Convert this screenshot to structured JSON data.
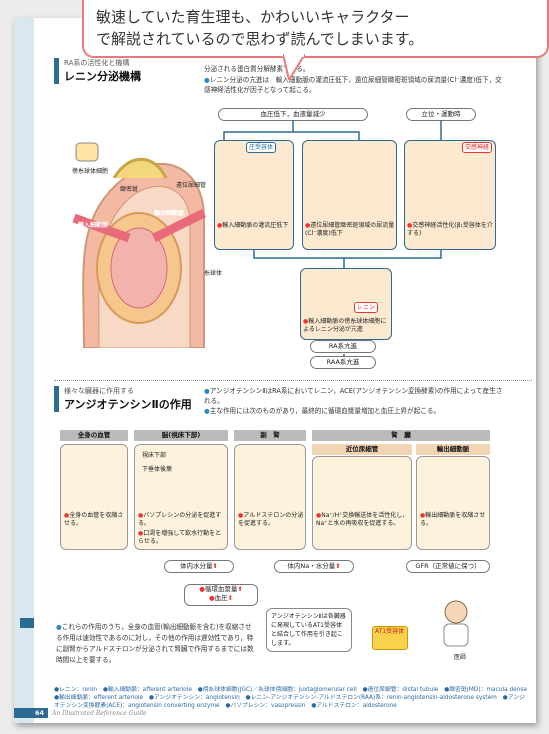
{
  "callout": {
    "line1": "敏速していた育生理も、かわいいキャラクター",
    "line2": "で解説されているので思わず読んでしまいます。"
  },
  "section1": {
    "sub": "RA系の活性化と機構",
    "title": "レニン分泌機構",
    "bullet1": "分泌される蛋白質分解酵素である。",
    "bullet2": "レニン分泌の亢進は　輸入細動脈の灌流圧低下，遠位尿細管緻密斑領域の尿流量(Cl⁻濃度)低下，交感神経活性化が因子となって起こる。"
  },
  "flow": {
    "top_left": "血圧低下，血液量減少",
    "top_right": "立位・運動時",
    "p1_tag": "圧受容体",
    "p1_cap": "輸入細動脈の灌流圧低下",
    "p2_cap": "遠位尿細管緻密斑領域の尿流量(Cl⁻濃度)低下",
    "p3_tag": "交感神経",
    "p3_cap": "交感神経活性化(β₁受容体を介する)",
    "renin_tag": "レニン",
    "renin_cap": "輸入細動脈の傍糸球体細胞によるレニン分泌が亢進",
    "ra": "RA系亢進",
    "raa": "RAA系亢進"
  },
  "anatomy": {
    "jg_cell": "傍糸球体細胞",
    "distal": "遠位尿細管",
    "macula": "緻密斑",
    "afferent": "輸入細動脈",
    "efferent": "輸出細動脈",
    "glomerulus": "糸球体"
  },
  "section2": {
    "sub": "様々な臓器に作用する",
    "title": "アンジオテンシンⅡの作用",
    "bullet1": "アンジオテンシンⅡはRA系においてレニン，ACE(アンジオテンシン変換酵素)の作用によって産生される。",
    "bullet2": "主な作用には次のものがあり，最終的に循環血漿量増加と血圧上昇が起こる。"
  },
  "cols": {
    "h1": "全身の血管",
    "h2": "脳(視床下部)",
    "h3": "副　腎",
    "h4": "腎　臓",
    "h4a": "近位尿細管",
    "h4b": "輸出細動脈",
    "c1": "全身の血管を収縮させる。",
    "c2a": "視床下部",
    "c2b": "下垂体後葉",
    "c2": "バソプレシンの分泌を促進する。",
    "c2x": "口渇を増強して飲水行動をとらせる。",
    "c3": "アルドステロンの分泌を促進する。",
    "c4a": "Na⁺/H⁺交換輸送体を活性化し，Na⁺と水の再吸収を促進する。",
    "c4b": "輸出細動脈を収縮させる。"
  },
  "results": {
    "water": "体内水分量",
    "na": "体内Na・水分量",
    "gfr": "GFR（正常値に保つ）",
    "plasma": "循環血漿量",
    "bp": "血圧"
  },
  "bottom": {
    "text": "これらの作用のうち，全身の血管(輸出細動脈を含む)を収縮させる作用は速効性であるのに対し，その他の作用は遅効性であり，特に副腎からアルドステロンが分泌されて腎臓で作用するまでには数時間以上を要する。",
    "note": "アンジオテンシンⅡは各臓器に発現しているAT1受容体と結合して作用を引き起こします。",
    "receptor": "AT1受容体",
    "doctor": "医師"
  },
  "footer": {
    "text": "●レニン：renin　●輸入細動脈：afferent arteriole　●傍糸球体細胞(JGC)／糸球体傍細胞：juxtaglomerular cell　●遠位尿細管：distal tubule　●緻密斑(MD)：macula densa　●輸出細動脈：efferent arteriole　●アンジオテンシン：angiotensin　●レニン-アンジオテンシン-アルドステロン(RAA)系：renin-angiotensin-aldosterone system　●アンジオテンシン変換酵素(ACE)：angiotensin converting enzyme　●バソプレシン：vasopressin　●アルドステロン：aldosterone",
    "page": "64",
    "guide": "An Illustrated Reference Guide"
  }
}
